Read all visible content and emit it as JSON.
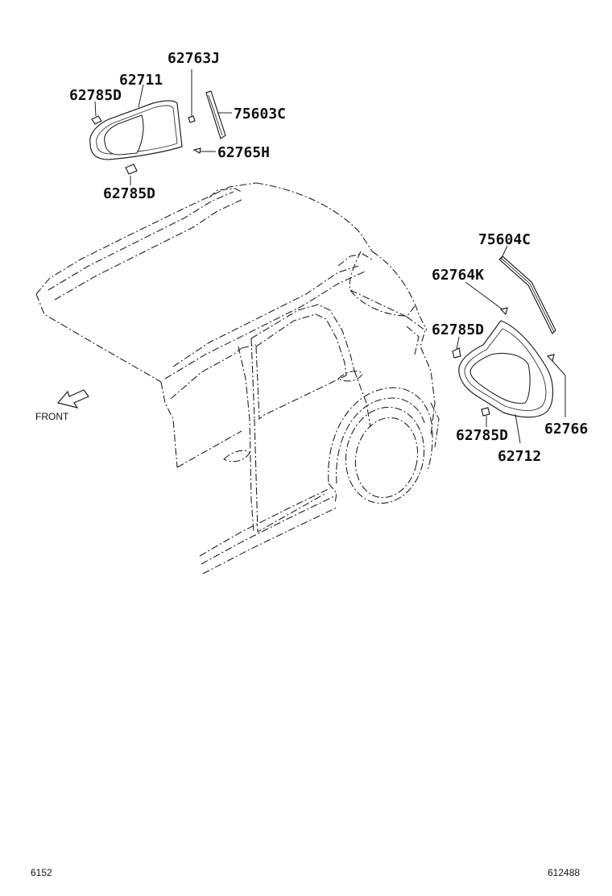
{
  "diagram": {
    "callouts": {
      "p62763J": "62763J",
      "p62711": "62711",
      "p62785D_top": "62785D",
      "p75603C": "75603C",
      "p62765H": "62765H",
      "p62785D_top_lower": "62785D",
      "p75604C": "75604C",
      "p62764K": "62764K",
      "p62785D_right_upper": "62785D",
      "p62766": "62766",
      "p62785D_right_lower": "62785D",
      "p62712": "62712"
    },
    "front_label": "FRONT",
    "footer": {
      "left_code": "6152",
      "right_code": "612488"
    }
  }
}
